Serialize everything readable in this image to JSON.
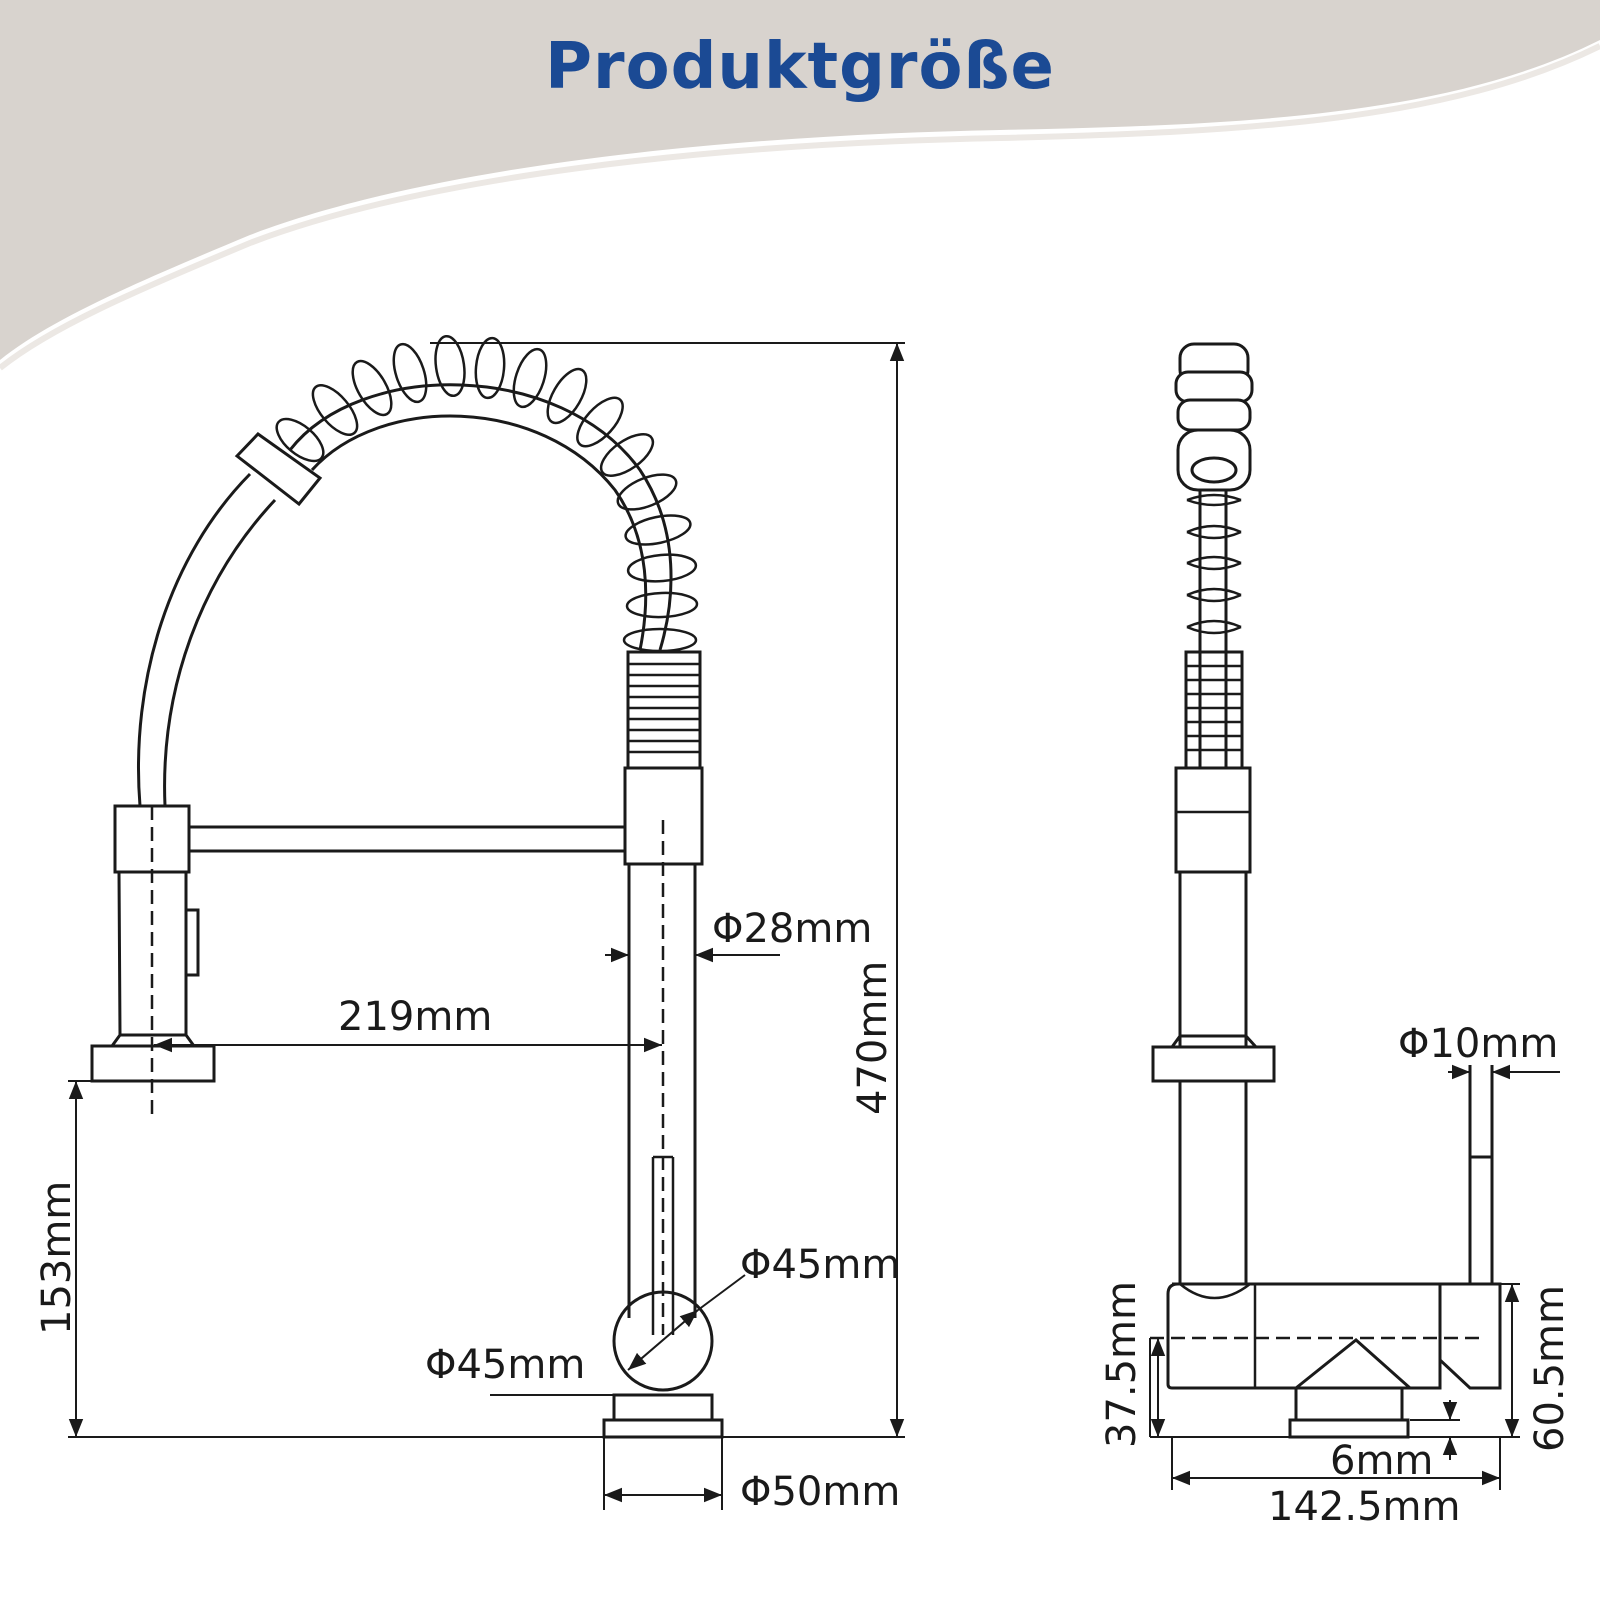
{
  "title": "Produktgröße",
  "colors": {
    "title": "#1b4a94",
    "banner": "#d8d3ce",
    "line": "#1a1a1a"
  },
  "dimensions": {
    "height_total": "470mm",
    "reach": "219mm",
    "spout_diameter": "Φ28mm",
    "body_diameter_a": "Φ45mm",
    "body_diameter_b": "Φ45mm",
    "base_diameter": "Φ50mm",
    "spout_height": "153mm",
    "shank_diameter": "Φ10mm",
    "side_height_a": "37.5mm",
    "side_height_b": "60.5mm",
    "base_gap": "6mm",
    "side_length": "142.5mm"
  }
}
